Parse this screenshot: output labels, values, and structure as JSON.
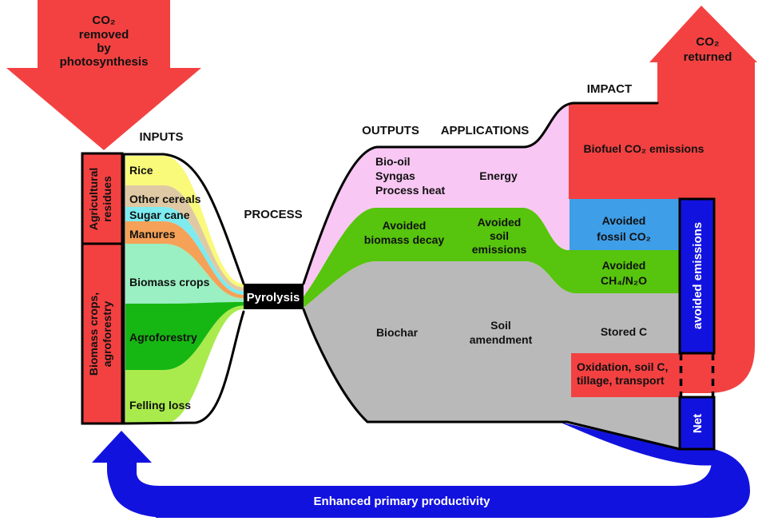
{
  "diagram": {
    "co2_removed": {
      "lines": [
        "CO₂",
        "removed",
        "by",
        "photosynthesis"
      ]
    },
    "co2_returned": {
      "lines": [
        "CO₂",
        "returned"
      ]
    },
    "headers": {
      "inputs": "INPUTS",
      "process": "PROCESS",
      "outputs": "OUTPUTS",
      "applications": "APPLICATIONS",
      "impact": "IMPACT"
    },
    "input_groups": [
      {
        "lines": [
          "Agricultural",
          "residues"
        ]
      },
      {
        "lines": [
          "Biomass crops,",
          "agroforestry"
        ]
      }
    ],
    "inputs": [
      {
        "label": "Rice",
        "color": "#F9F97A"
      },
      {
        "label": "Other cereals",
        "color": "#DFC9A4"
      },
      {
        "label": "Sugar cane",
        "color": "#7DEBF0"
      },
      {
        "label": "Manures",
        "color": "#F5A157"
      },
      {
        "label": "Biomass crops",
        "color": "#9AEFC3"
      },
      {
        "label": "Agroforestry",
        "color": "#16B712"
      },
      {
        "label": "Felling loss",
        "color": "#A9EB4D"
      }
    ],
    "process_node": "Pyrolysis",
    "outputs": {
      "bio_oil_lines": [
        "Bio-oil",
        "Syngas",
        "Process heat"
      ],
      "avoided_decay_lines": [
        "Avoided",
        "biomass decay"
      ],
      "biochar": "Biochar"
    },
    "applications": {
      "energy": "Energy",
      "avoided_soil_lines": [
        "Avoided",
        "soil",
        "emissions"
      ],
      "soil_amendment_lines": [
        "Soil",
        "amendment"
      ]
    },
    "impact": {
      "biofuel": "Biofuel CO₂ emissions",
      "avoided_fossil_lines": [
        "Avoided",
        "fossil CO₂"
      ],
      "avoided_ch4_lines": [
        "Avoided",
        "CH₄/N₂O"
      ],
      "stored_c": "Stored C",
      "oxidation_lines": [
        "Oxidation, soil C,",
        "tillage, transport"
      ]
    },
    "bars": {
      "avoided_emissions": "avoided emissions",
      "net": "Net"
    },
    "loop_label": "Enhanced primary productivity",
    "colors": {
      "red": "#F34141",
      "pink": "#F8C7F3",
      "band_green": "#57C40D",
      "gray": "#B9B9B9",
      "sky_blue": "#3F9EE8",
      "deep_blue": "#1212DF",
      "black": "#000000"
    }
  }
}
